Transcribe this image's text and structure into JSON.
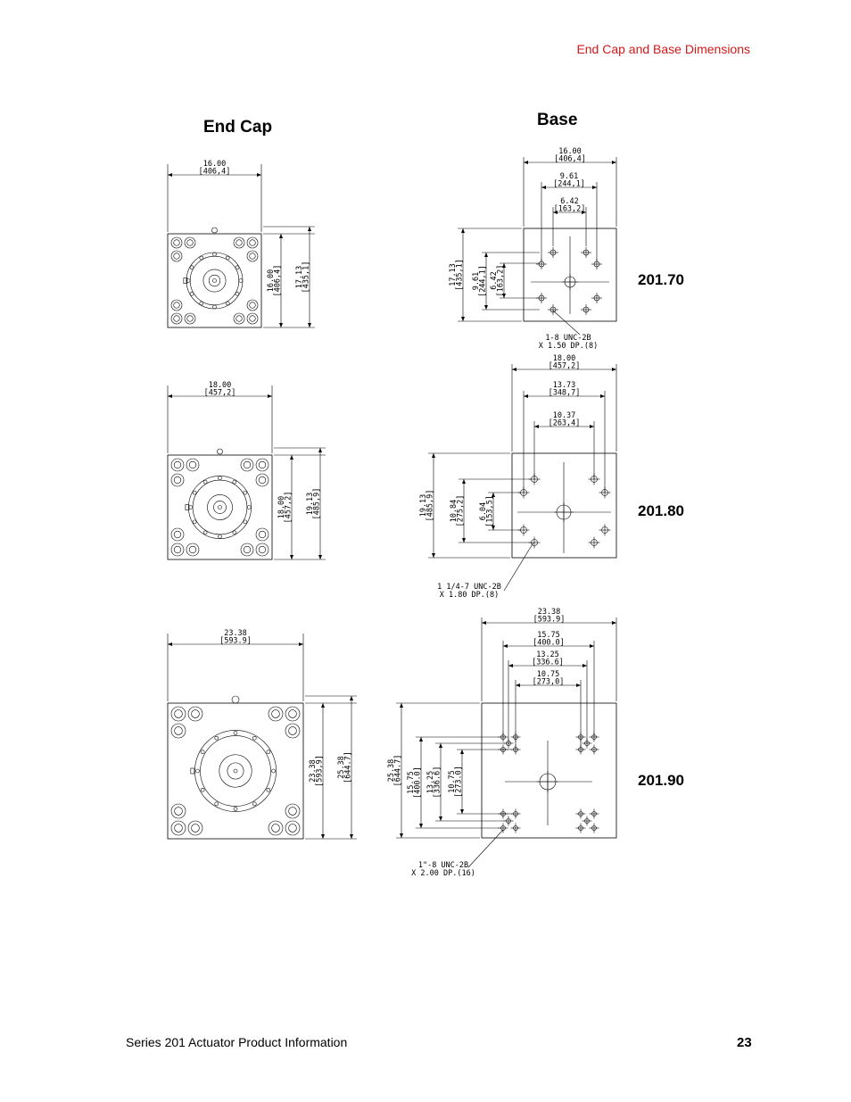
{
  "header": {
    "section_title": "End Cap and Base Dimensions"
  },
  "headings": {
    "end_cap": "End Cap",
    "base": "Base"
  },
  "models": [
    {
      "id": "201.70",
      "endcap": {
        "width": "16.00",
        "width_mm": "[406,4]",
        "height1": "16.00",
        "height1_mm": "[406,4]",
        "height2": "17.13",
        "height2_mm": "[435,1]"
      },
      "base": {
        "w1": "16.00",
        "w1_mm": "[406,4]",
        "w2": "9.61",
        "w2_mm": "[244,1]",
        "w3": "6.42",
        "w3_mm": "[163,2]",
        "v1": "17.13",
        "v1_mm": "[435,1]",
        "v2": "9.61",
        "v2_mm": "[244,1]",
        "v3": "6.42",
        "v3_mm": "[163,2]",
        "note1": "1-8 UNC-2B",
        "note2": "X 1.50 DP.(8)"
      }
    },
    {
      "id": "201.80",
      "endcap": {
        "width": "18.00",
        "width_mm": "[457,2]",
        "height1": "18.00",
        "height1_mm": "[457,2]",
        "height2": "19.13",
        "height2_mm": "[485,9]"
      },
      "base": {
        "w1": "18.00",
        "w1_mm": "[457,2]",
        "w2": "13.73",
        "w2_mm": "[348,7]",
        "w3": "10.37",
        "w3_mm": "[263,4]",
        "v1": "19.13",
        "v1_mm": "[485,9]",
        "v2": "10.84",
        "v2_mm": "[275,2]",
        "v3": "6.04",
        "v3_mm": "[153,5]",
        "note1": "1 1/4-7 UNC-2B",
        "note2": "X 1.80 DP.(8)"
      }
    },
    {
      "id": "201.90",
      "endcap": {
        "width": "23.38",
        "width_mm": "[593.9]",
        "height1": "23.38",
        "height1_mm": "[593,9]",
        "height2": "25.38",
        "height2_mm": "[644.7]"
      },
      "base": {
        "w1": "23.38",
        "w1_mm": "[593.9]",
        "w2": "15.75",
        "w2_mm": "[400.0]",
        "w3": "13.25",
        "w3_mm": "[336.6]",
        "w4": "10.75",
        "w4_mm": "[273,0]",
        "v1": "25.38",
        "v1_mm": "[644.7]",
        "v2": "15.75",
        "v2_mm": "[400.0]",
        "v3": "13.25",
        "v3_mm": "[336.6]",
        "v4": "10.75",
        "v4_mm": "[273.0]",
        "note1": "1\"-8 UNC-2B",
        "note2": "X 2.00 DP.(16)"
      }
    }
  ],
  "footer": {
    "doc_title": "Series 201 Actuator Product Information",
    "page_number": "23"
  }
}
